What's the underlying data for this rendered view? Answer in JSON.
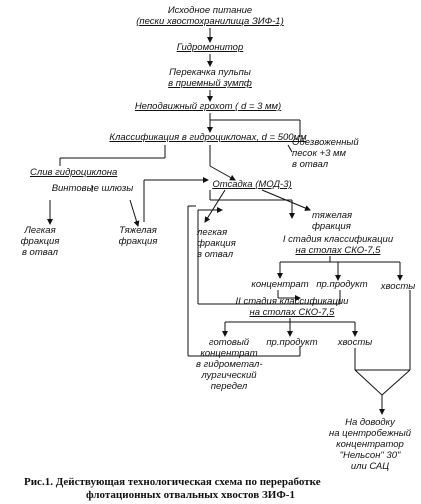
{
  "nodes": {
    "source_l1": "Исходное питание",
    "source_l2": "(пески хвостохранилища ЗИФ-1)",
    "hydromonitor": "Гидромонитор",
    "pump_l1": "Перекачка пульпы",
    "pump_l2": "в приемный зумпф",
    "grate": "Неподвижный грохот ( d = 3 мм)",
    "classify": "Классификация в гидроциклонах, d = 500мм",
    "dewatered_l1": "Обезвоженный",
    "dewatered_l2": "песок +3 мм",
    "dewatered_l3": "в отвал",
    "overflow": "Слив гидроциклона",
    "jig": "Отсадка (МОД-3)",
    "sluices": "Винтовые шлюзы",
    "light1_l1": "Легкая",
    "light1_l2": "фракция",
    "light1_l3": "в отвал",
    "heavy1_l1": "Тяжелая",
    "heavy1_l2": "фракция",
    "light2_l1": "легкая",
    "light2_l2": "фракция",
    "light2_l3": "в отвал",
    "heavy2_l1": "тяжелая",
    "heavy2_l2": "фракция",
    "stage1_l1": "I стадия классификации",
    "stage1_l2": "на столах СКО-7,5",
    "conc1": "концентрат",
    "mid1": "пр.продукт",
    "tails1": "хвосты",
    "stage2_l1": "II стадия классификации",
    "stage2_l2": "на столах СКО-7,5",
    "final_l1": "готовый",
    "final_l2": "концентрат",
    "final_l3": "в гидрометал-",
    "final_l4": "лургический",
    "final_l5": "передел",
    "mid2": "пр.продукт",
    "tails2": "хвосты",
    "refine_l1": "На доводку",
    "refine_l2": "на центробежный",
    "refine_l3": "концентратор",
    "refine_l4": "\"Нельсон\" 30\"",
    "refine_l5": "или САЦ"
  },
  "caption_l1": "Рис.1. Действующая технологическая схема по переработке",
  "caption_l2": "флотационных отвальных хвостов ЗИФ-1"
}
